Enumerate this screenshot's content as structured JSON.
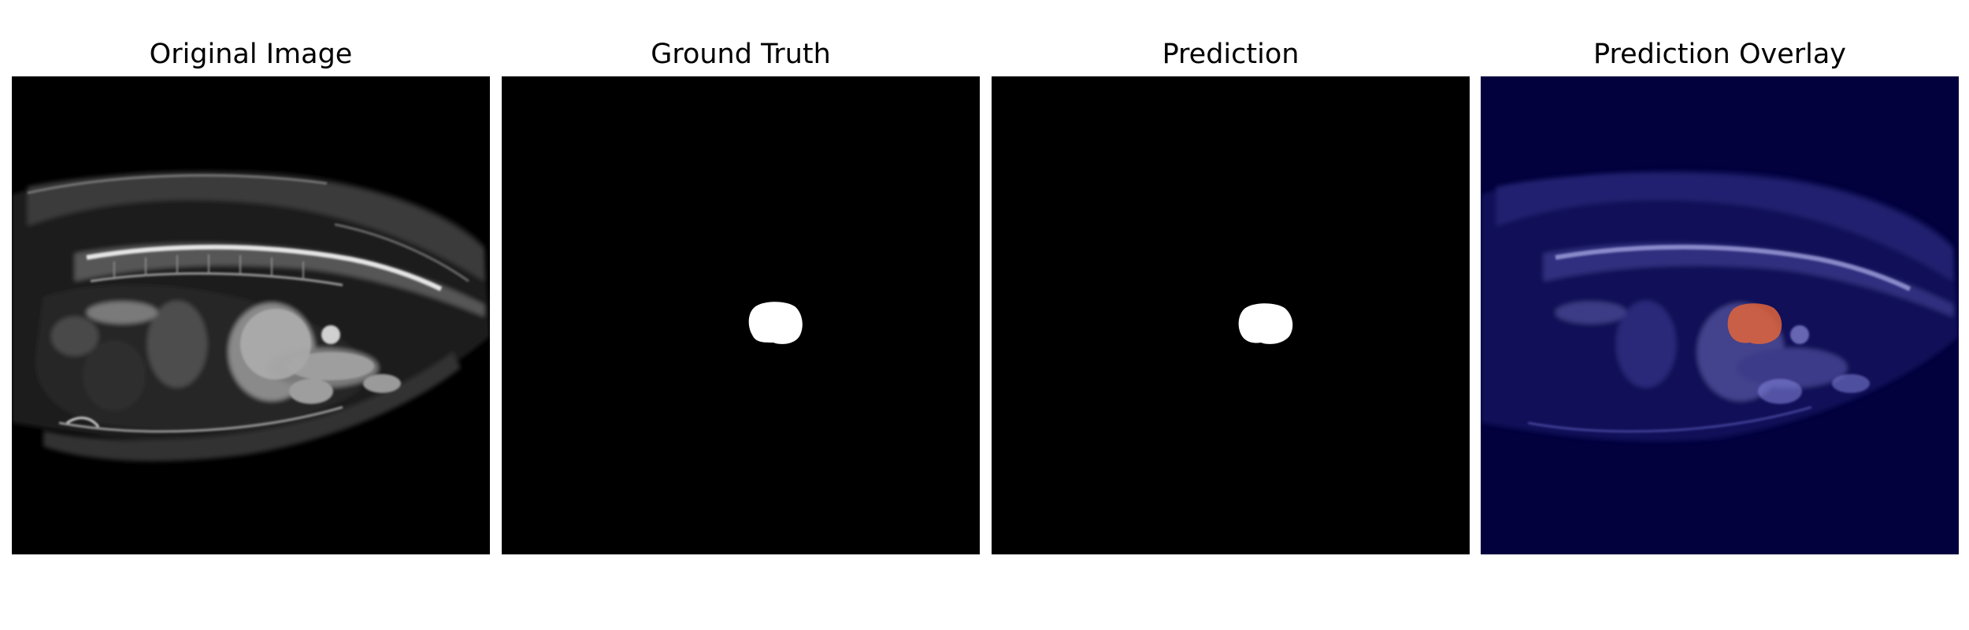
{
  "panels": [
    {
      "title": "Original Image"
    },
    {
      "title": "Ground Truth"
    },
    {
      "title": "Prediction"
    },
    {
      "title": "Prediction Overlay"
    }
  ],
  "colors": {
    "background": "#ffffff",
    "mask_background": "#000000",
    "mask_foreground": "#ffffff",
    "overlay_background": "#02013d",
    "overlay_highlight": "#e0643a"
  }
}
